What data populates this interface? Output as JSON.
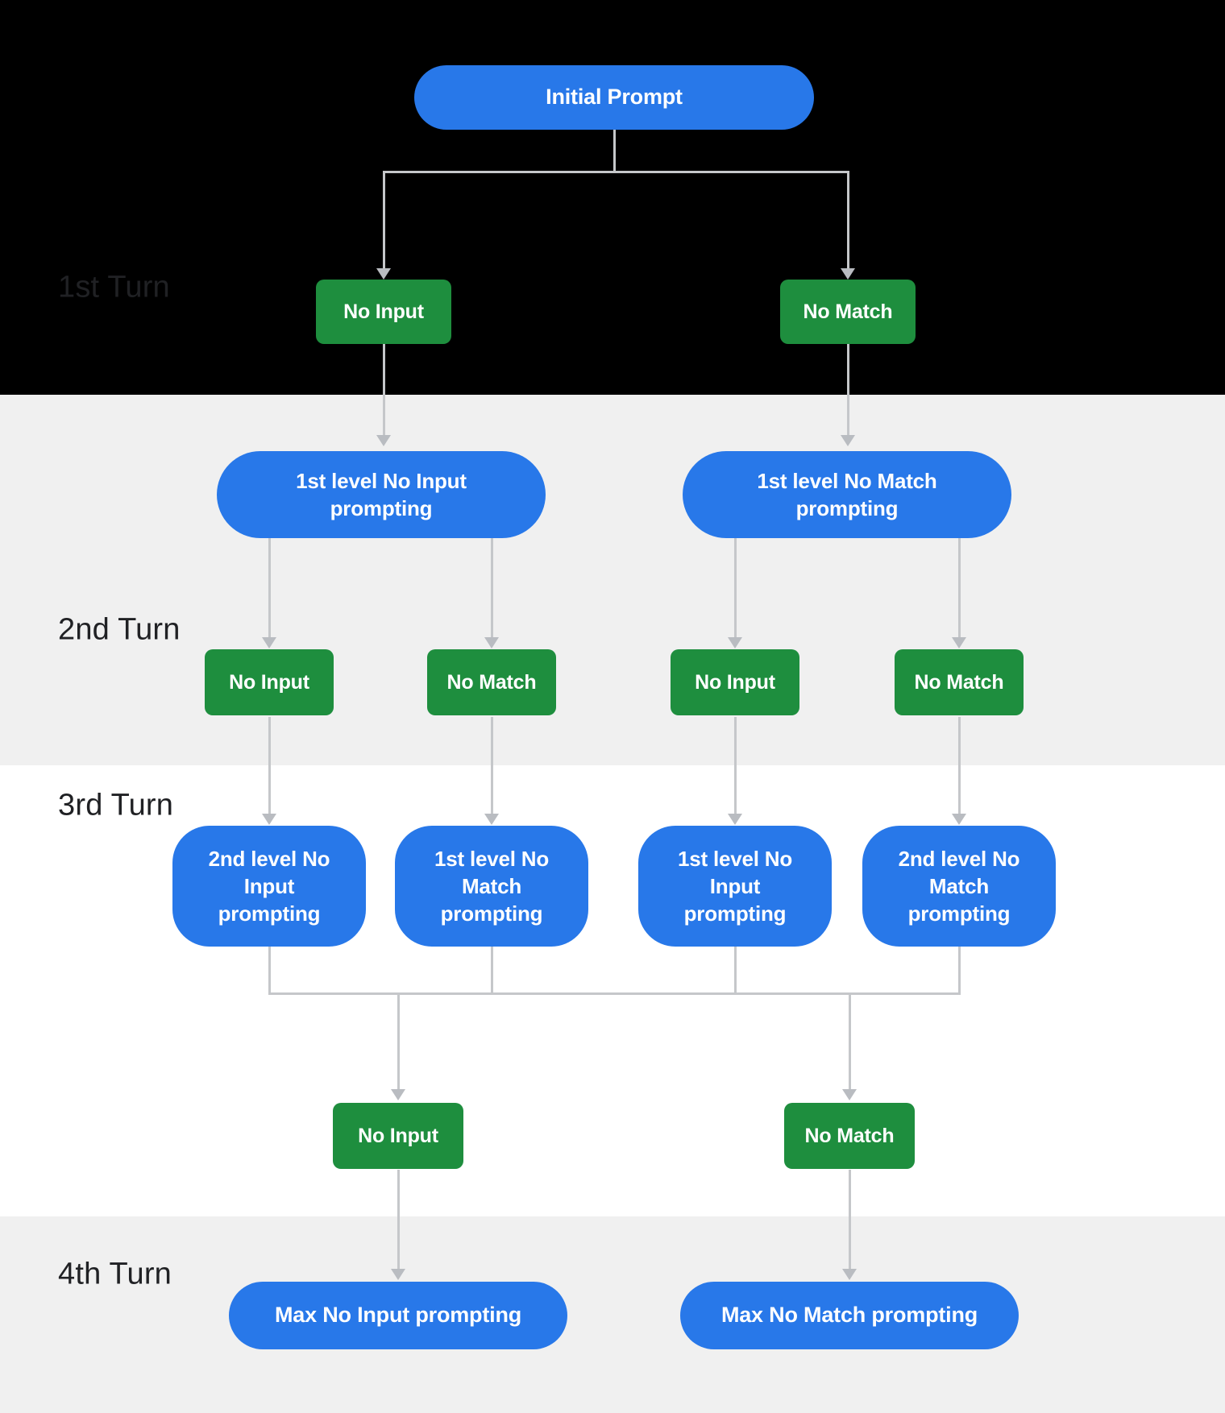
{
  "colors": {
    "node_blue": "#2878e9",
    "node_green": "#1e8e3e",
    "connector_gray": "#c5c7ca",
    "arrowhead_gray": "#b9bcc1",
    "band_black": "#000000",
    "band_gray": "#f0f0f0",
    "band_white": "#ffffff",
    "turn_label_text": "#202124",
    "node_text": "#ffffff"
  },
  "turn_labels": [
    {
      "label": "1st Turn"
    },
    {
      "label": "2nd Turn"
    },
    {
      "label": "3rd Turn"
    },
    {
      "label": "4th Turn"
    }
  ],
  "flow": {
    "initial": {
      "label": "Initial Prompt"
    },
    "turn1_results": [
      {
        "label": "No Input"
      },
      {
        "label": "No Match"
      }
    ],
    "turn2_prompts": [
      {
        "label": "1st level No Input\nprompting"
      },
      {
        "label": "1st level No Match\nprompting"
      }
    ],
    "turn2_results": [
      {
        "label": "No Input"
      },
      {
        "label": "No Match"
      },
      {
        "label": "No Input"
      },
      {
        "label": "No Match"
      }
    ],
    "turn3_prompts": [
      {
        "label": "2nd level No\nInput\nprompting"
      },
      {
        "label": "1st level No\nMatch\nprompting"
      },
      {
        "label": "1st level No\nInput\nprompting"
      },
      {
        "label": "2nd level No\nMatch\nprompting"
      }
    ],
    "turn3_results": [
      {
        "label": "No Input"
      },
      {
        "label": "No Match"
      }
    ],
    "turn4_prompts": [
      {
        "label": "Max No Input prompting"
      },
      {
        "label": "Max No Match prompting"
      }
    ]
  }
}
